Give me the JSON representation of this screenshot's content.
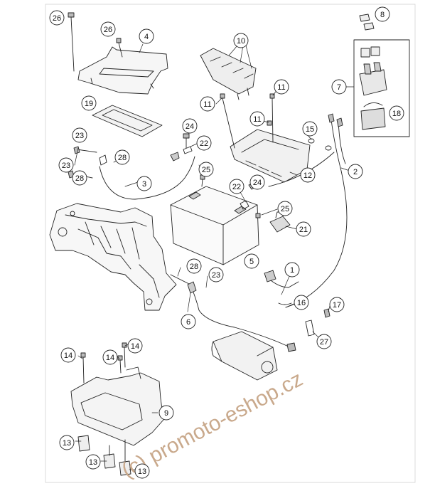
{
  "diagram": {
    "callouts": [
      {
        "id": "c26a",
        "label": "26"
      },
      {
        "id": "c26b",
        "label": "26"
      },
      {
        "id": "c4",
        "label": "4"
      },
      {
        "id": "c8",
        "label": "8"
      },
      {
        "id": "c10",
        "label": "10"
      },
      {
        "id": "c7",
        "label": "7"
      },
      {
        "id": "c11a",
        "label": "11"
      },
      {
        "id": "c11b",
        "label": "11"
      },
      {
        "id": "c11c",
        "label": "11"
      },
      {
        "id": "c19",
        "label": "19"
      },
      {
        "id": "c18",
        "label": "18"
      },
      {
        "id": "c15",
        "label": "15"
      },
      {
        "id": "c24a",
        "label": "24"
      },
      {
        "id": "c22a",
        "label": "22"
      },
      {
        "id": "c23a",
        "label": "23"
      },
      {
        "id": "c28a",
        "label": "28"
      },
      {
        "id": "c23b",
        "label": "23"
      },
      {
        "id": "c28b",
        "label": "28"
      },
      {
        "id": "c3",
        "label": "3"
      },
      {
        "id": "c25a",
        "label": "25"
      },
      {
        "id": "c12",
        "label": "12"
      },
      {
        "id": "c2",
        "label": "2"
      },
      {
        "id": "c22b",
        "label": "22"
      },
      {
        "id": "c24b",
        "label": "24"
      },
      {
        "id": "c25b",
        "label": "25"
      },
      {
        "id": "c21",
        "label": "21"
      },
      {
        "id": "c5",
        "label": "5"
      },
      {
        "id": "c1",
        "label": "1"
      },
      {
        "id": "c28c",
        "label": "28"
      },
      {
        "id": "c23c",
        "label": "23"
      },
      {
        "id": "c16",
        "label": "16"
      },
      {
        "id": "c17",
        "label": "17"
      },
      {
        "id": "c6",
        "label": "6"
      },
      {
        "id": "c27",
        "label": "27"
      },
      {
        "id": "c14a",
        "label": "14"
      },
      {
        "id": "c14b",
        "label": "14"
      },
      {
        "id": "c14c",
        "label": "14"
      },
      {
        "id": "c9",
        "label": "9"
      },
      {
        "id": "c13a",
        "label": "13"
      },
      {
        "id": "c13b",
        "label": "13"
      },
      {
        "id": "c13c",
        "label": "13"
      }
    ],
    "watermark": "(c) promoto-eshop.cz"
  }
}
